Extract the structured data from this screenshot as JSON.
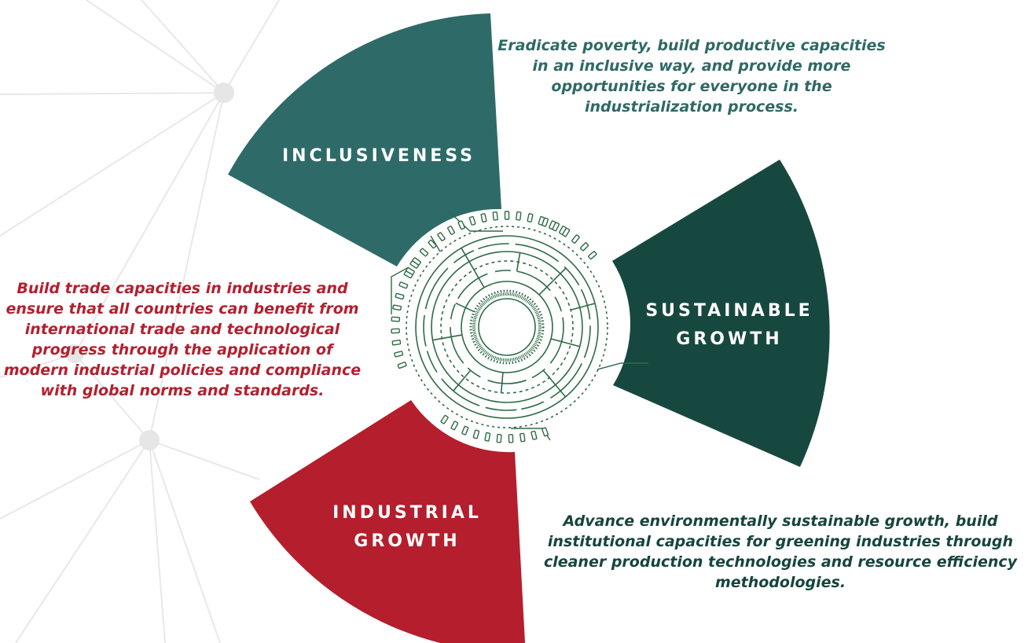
{
  "segments": {
    "inclusiveness": {
      "label": "INCLUSIVENESS",
      "color": "#2e6b68",
      "description": "Eradicate poverty, build productive capacities in an inclusive way, and provide more opportunities for everyone in the industrialization process."
    },
    "sustainable_growth": {
      "label_line1": "SUSTAINABLE",
      "label_line2": "GROWTH",
      "color": "#17483f",
      "description": "Advance environmentally sustainable growth, build institutional capacities for greening industries through cleaner production technologies and resource efficiency methodologies."
    },
    "industrial_growth": {
      "label_line1": "INDUSTRIAL",
      "label_line2": "GROWTH",
      "color": "#b41e2d",
      "description": "Build trade capacities in industries and ensure that all countries can benefit from international trade and technological progress through the application of modern industrial policies and compliance with global norms and standards."
    }
  },
  "colors": {
    "circuit": "#2e6b45",
    "network": "#e6e6e6",
    "background": "#ffffff"
  }
}
